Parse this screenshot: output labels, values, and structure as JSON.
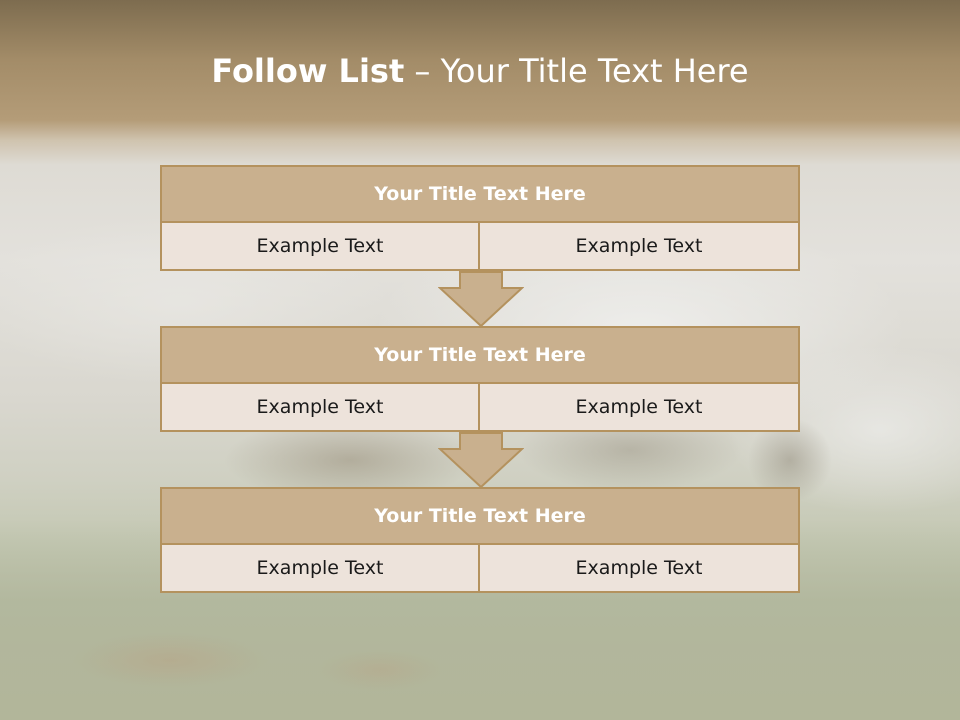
{
  "title": {
    "bold_part": "Follow List",
    "rest_part": " – Your Title Text Here"
  },
  "blocks": [
    {
      "heading": "Your Title Text Here",
      "cells": [
        "Example Text",
        "Example Text"
      ]
    },
    {
      "heading": "Your Title Text Here",
      "cells": [
        "Example Text",
        "Example Text"
      ]
    },
    {
      "heading": "Your Title Text Here",
      "cells": [
        "Example Text",
        "Example Text"
      ]
    }
  ],
  "colors": {
    "header_fill": "#c9b08e",
    "border": "#b4925e",
    "cell_fill": "#ede3db",
    "arrow_fill": "#c9b08e"
  }
}
